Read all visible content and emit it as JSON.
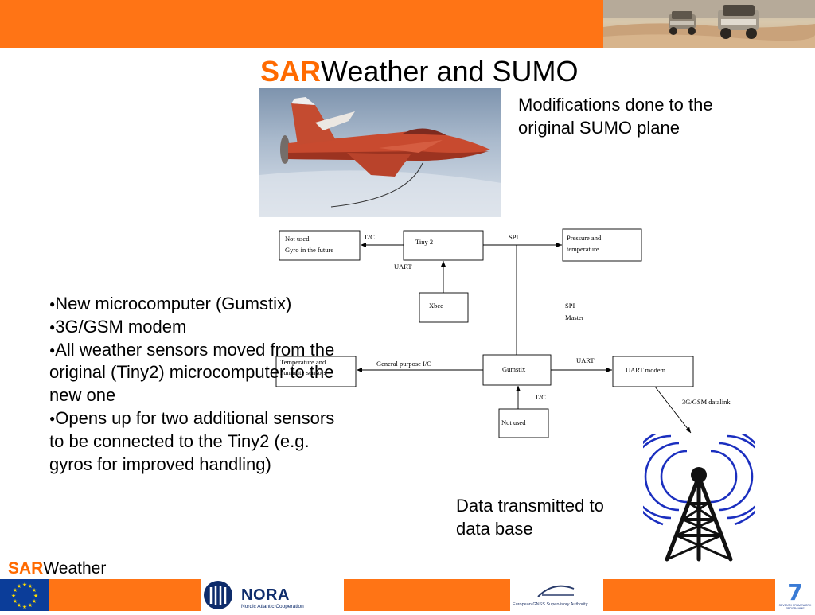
{
  "slide": {
    "title_highlight": "SAR",
    "title_rest": "Weather and SUMO",
    "modifications_text": "Modifications done to the original SUMO plane",
    "bullets": [
      "New microcomputer (Gumstix)",
      "3G/GSM modem",
      "All weather sensors moved from the original (Tiny2) microcomputer to the new one",
      "Opens up for two additional sensors to be connected to the Tiny2 (e.g. gyros for improved handling)"
    ],
    "data_text": "Data transmitted to data base"
  },
  "diagram": {
    "boxes": {
      "not_used_gyro_line1": "Not used",
      "not_used_gyro_line2": "Gyro in the future",
      "tiny2": "Tiny 2",
      "pressure_line1": "Pressure and",
      "pressure_line2": "temperature",
      "xbee": "Xbee",
      "temp_hum_line1": "Temperature and",
      "temp_hum_line2": "humidity sensors",
      "gumstix": "Gumstix",
      "uart_modem": "UART modem",
      "not_used": "Not used"
    },
    "labels": {
      "i2c_top": "I2C",
      "spi_top": "SPI",
      "uart_top": "UART",
      "spi_master_line1": "SPI",
      "spi_master_line2": "Master",
      "gpio": "General purpose I/O",
      "uart_right": "UART",
      "i2c_bottom": "I2C",
      "datalink": "3G/GSM datalink"
    }
  },
  "footer": {
    "logo_highlight": "SAR",
    "logo_rest": "Weather",
    "nora": "NORA",
    "nora_sub": "Nordic Atlantic Cooperation",
    "egnss": "European GNSS Supervisory Authority",
    "fp7": "SEVENTH FRAMEWORK PROGRAMME"
  },
  "colors": {
    "accent_orange": "#ff7415",
    "title_orange": "#ff6a00",
    "tower_blue": "#1b2fbf",
    "eu_blue": "#0b3d99",
    "eu_star": "#ffdd00"
  },
  "icons": [
    "eu-flag-icon",
    "nora-logo-icon",
    "egnss-logo-icon",
    "fp7-logo-icon",
    "radio-tower-icon",
    "plane-photo",
    "desert-cars-photo"
  ]
}
